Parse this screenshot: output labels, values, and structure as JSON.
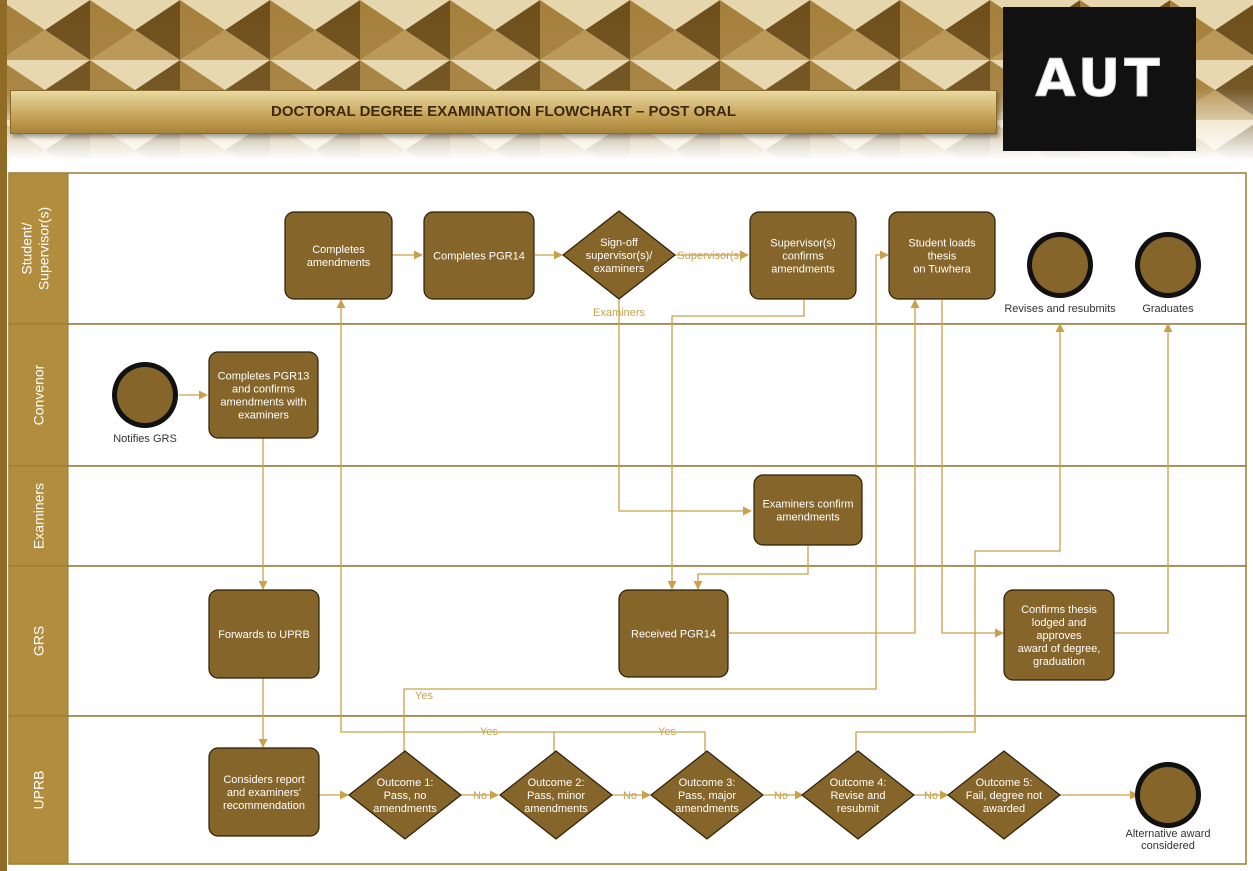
{
  "title": "DOCTORAL DEGREE EXAMINATION FLOWCHART – POST ORAL",
  "logo_text": "AUT",
  "colors": {
    "box": "#856529",
    "box_stroke": "#2b1f08",
    "lane_header": "#b38d3e",
    "line": "#c9a14a",
    "lane_border": "#9a7a36"
  },
  "lanes": [
    "Student/ Supervisor(s)",
    "Convenor",
    "Examiners",
    "GRS",
    "UPRB"
  ],
  "nodes": {
    "completes_amendments": [
      "Completes",
      "amendments"
    ],
    "completes_pgr14": [
      "Completes PGR14"
    ],
    "signoff": [
      "Sign-off",
      "supervisor(s)/",
      "examiners"
    ],
    "supervisor_confirms": [
      "Supervisor(s)",
      "confirms",
      "amendments"
    ],
    "student_loads": [
      "Student loads",
      "thesis",
      "on Tuwhera"
    ],
    "completes_pgr13": [
      "Completes PGR13",
      "and confirms",
      "amendments with",
      "examiners"
    ],
    "examiners_confirm": [
      "Examiners confirm",
      "amendments"
    ],
    "forwards_uprb": [
      "Forwards to UPRB"
    ],
    "received_pgr14": [
      "Received PGR14"
    ],
    "confirms_thesis": [
      "Confirms thesis",
      "lodged and",
      "approves",
      "award of degree,",
      "graduation"
    ],
    "considers_report": [
      "Considers report",
      "and examiners'",
      "recommendation"
    ],
    "outcome1": [
      "Outcome 1:",
      "Pass, no",
      "amendments"
    ],
    "outcome2": [
      "Outcome 2:",
      "Pass, minor",
      "amendments"
    ],
    "outcome3": [
      "Outcome 3:",
      "Pass, major",
      "amendments"
    ],
    "outcome4": [
      "Outcome 4:",
      "Revise and",
      "resubmit"
    ],
    "outcome5": [
      "Outcome 5:",
      "Fail, degree not",
      "awarded"
    ]
  },
  "terminals": {
    "notifies_grs": [
      "Notifies GRS"
    ],
    "revises": [
      "Revises and resubmits"
    ],
    "graduates": [
      "Graduates"
    ],
    "alternative": [
      "Alternative award",
      "considered"
    ]
  },
  "labels": {
    "supervisors": "Supervisor(s)",
    "examiners": "Examiners",
    "yes1": "Yes",
    "yes2": "Yes",
    "yes3": "Yes",
    "no1": "No",
    "no2": "No",
    "no3": "No",
    "no4": "No"
  }
}
